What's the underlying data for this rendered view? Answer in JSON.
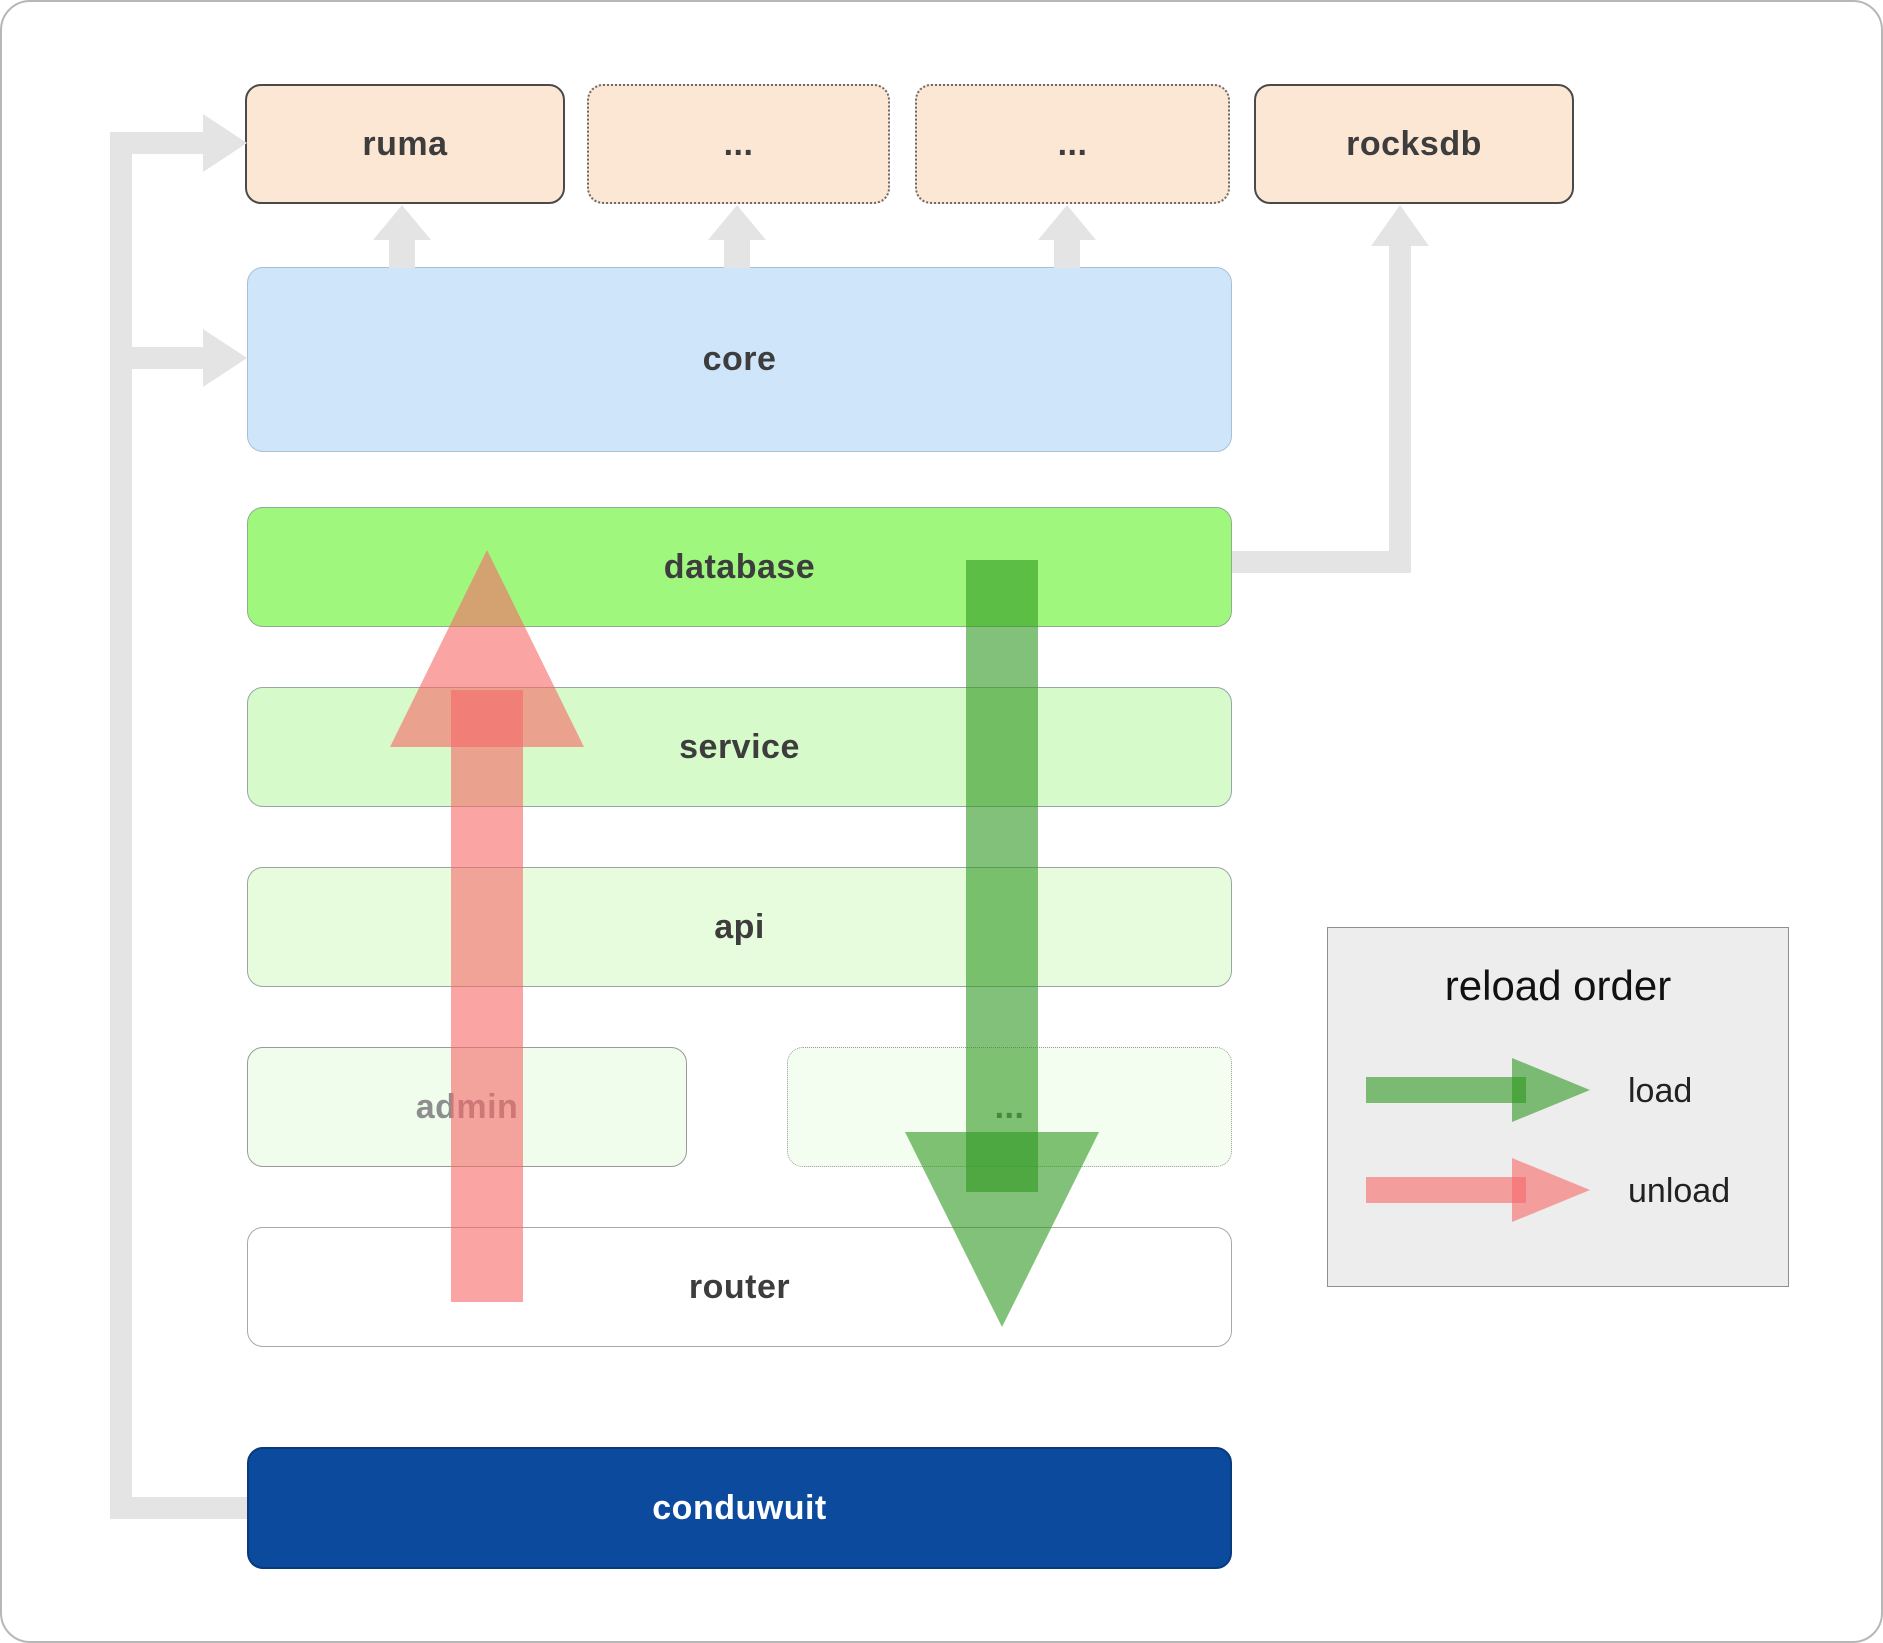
{
  "nodes": {
    "ruma": "ruma",
    "dots_top_1": "...",
    "dots_top_2": "...",
    "rocksdb": "rocksdb",
    "core": "core",
    "database": "database",
    "service": "service",
    "api": "api",
    "admin": "admin",
    "dots_admin": "...",
    "router": "router",
    "conduwuit": "conduwuit"
  },
  "legend": {
    "title": "reload order",
    "load_label": "load",
    "unload_label": "unload"
  },
  "colors": {
    "crate_fill": "#fce6d4",
    "core_fill": "#cfe5f9",
    "database_fill": "#a0f77e",
    "service_fill": "#d6fac9",
    "api_fill": "#e6fcdd",
    "admin_fill": "#f1fdec",
    "router_fill": "#ffffff",
    "conduwuit_fill": "#0c4a9e",
    "connector_gray": "#e4e4e4",
    "load_arrow": "rgba(47,151,32,0.6)",
    "unload_arrow": "rgba(246,104,104,0.6)"
  }
}
